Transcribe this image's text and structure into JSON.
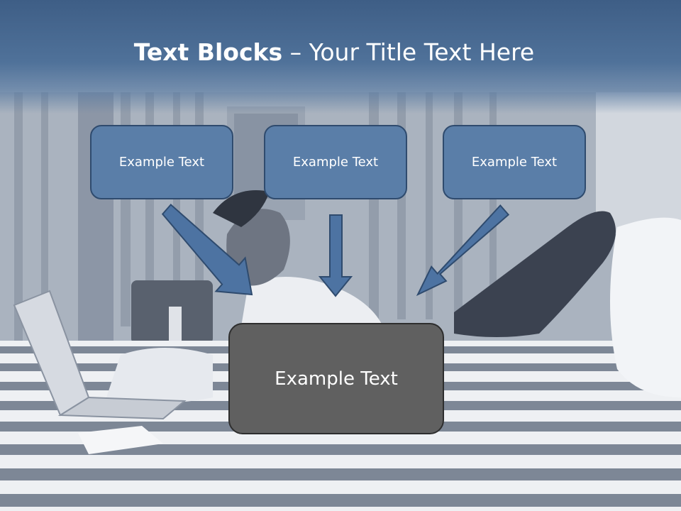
{
  "title": {
    "bold": "Text Blocks",
    "dash": " – ",
    "rest": "Your Title Text Here"
  },
  "blocks": [
    {
      "text": "Example Text"
    },
    {
      "text": "Example Text"
    },
    {
      "text": "Example Text"
    }
  ],
  "center_block": {
    "text": "Example Text"
  },
  "colors": {
    "header": "#3e5e86",
    "block_fill": "#5a7ea8",
    "block_border": "#2f4b6e",
    "center_fill": "#606060",
    "arrow_fill": "#4d73a2"
  }
}
